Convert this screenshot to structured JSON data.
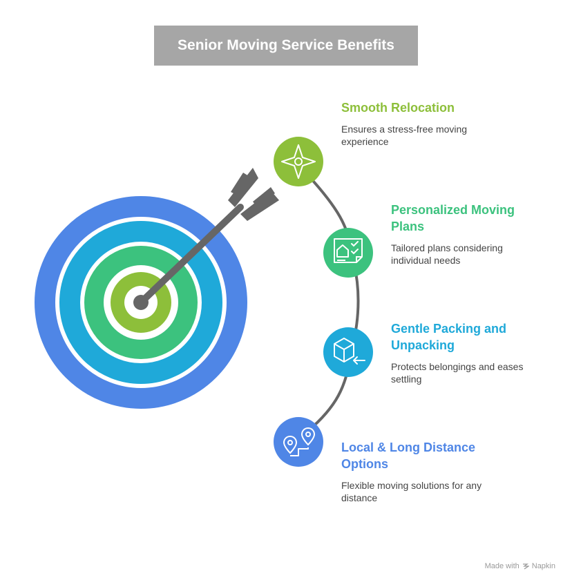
{
  "title": "Senior Moving Service Benefits",
  "colors": {
    "ring_outer": "#4f86e6",
    "ring_2": "#1fa9d9",
    "ring_3": "#3cc27e",
    "center": "#8dbf3a",
    "arrow": "#666666",
    "title_bg": "#a6a6a6"
  },
  "items": [
    {
      "title": "Smooth Relocation",
      "description": "Ensures a stress-free moving experience",
      "color": "#8dbf3a",
      "icon": "compass-star-icon"
    },
    {
      "title": "Personalized Moving Plans",
      "description": "Tailored plans considering individual needs",
      "color": "#3cc27e",
      "icon": "house-checklist-icon"
    },
    {
      "title": "Gentle Packing and Unpacking",
      "description": "Protects belongings and eases settling",
      "color": "#1fa9d9",
      "icon": "box-arrow-icon"
    },
    {
      "title": "Local & Long Distance Options",
      "description": "Flexible moving solutions for any distance",
      "color": "#4f86e6",
      "icon": "route-pins-icon"
    }
  ],
  "footer": {
    "text": "Made with",
    "brand": "Napkin"
  }
}
